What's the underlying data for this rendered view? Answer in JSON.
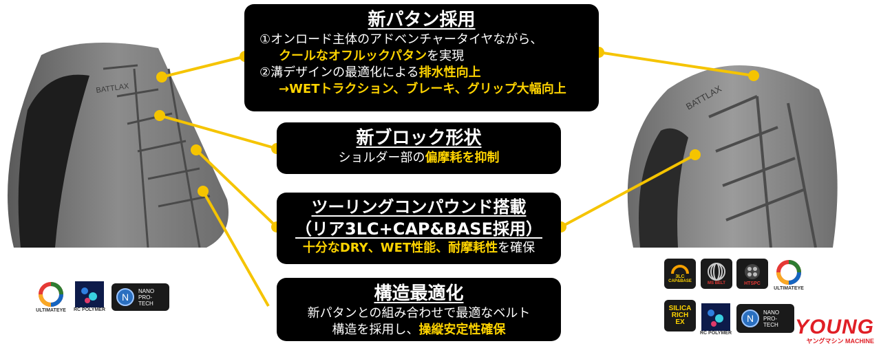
{
  "callouts": {
    "pattern": {
      "title": "新パタン採用",
      "l1": "①オンロード主体のアドベンチャータイヤながら、",
      "l2_hl": "クールなオフルックパタン",
      "l2_rest": "を実現",
      "l3_pre": "②溝デザインの最適化による",
      "l3_hl": "排水性向上",
      "l4_hl": "→WETトラクション、ブレーキ、グリップ大幅向上"
    },
    "block": {
      "title": "新ブロック形状",
      "l1_pre": "ショルダー部の",
      "l1_hl": "偏摩耗を抑制"
    },
    "compound": {
      "title": "ツーリングコンパウンド搭載",
      "title2": "（リア3LC+CAP&BASE採用）",
      "l1_hl": "十分なDRY、WET性能、耐摩耗性",
      "l1_rest": "を確保"
    },
    "structure": {
      "title": "構造最適化",
      "l1": "新パタンとの組み合わせで最適なベルト",
      "l2_pre": "構造を採用し、",
      "l2_hl": "操縦安定性確保"
    }
  },
  "front_badges": {
    "ultimat_eye": "ULTIMATEYE",
    "rc_polymer": "RC POLYMER",
    "nano_pro_tech": "NANO PRO-TECH"
  },
  "rear_badges": {
    "tlc": "3LC",
    "cap_base": "CAP&BASE",
    "ms_belt": "MS BELT",
    "htspc": "HTSPC",
    "ultimat_eye": "ULTIMATEYE",
    "silica": "SILICA RICH EX",
    "rc_polymer": "RC POLYMER",
    "nano_pro_tech": "NANO PRO-TECH"
  },
  "tyre_brand": "BATTLAX",
  "watermark": {
    "main": "YOUNG",
    "sub": "ヤングマシン MACHINE"
  },
  "colors": {
    "callout_bg": "#000000",
    "highlight": "#ffd400",
    "leader": "#f5c400",
    "watermark": "#e01f26"
  }
}
